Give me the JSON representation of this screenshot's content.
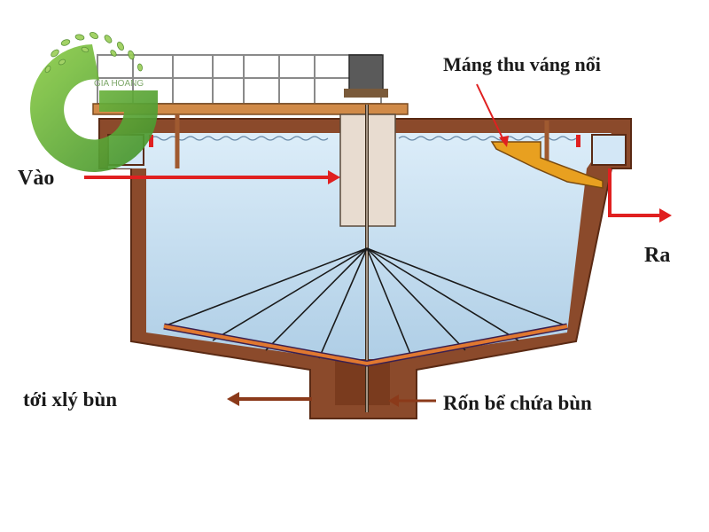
{
  "diagram": {
    "labels": {
      "inlet": "Vào",
      "outlet": "Ra",
      "scum_trough": "Máng thu váng nổi",
      "to_sludge_treatment": "tới xlý bùn",
      "sludge_hopper": "Rốn bể chứa bùn"
    }
  },
  "logo": {
    "text": "GIA HOANG",
    "icon": "g-letter-logo-with-leaves"
  },
  "colors": {
    "tank_wall": "#8b4a2b",
    "tank_outline": "#5a2a14",
    "water_top": "#d9ecf8",
    "water_bottom": "#aacbe4",
    "flow_arrow": "#e02020",
    "scum_trough": "#e8a020",
    "scraper_arm": "#e07830",
    "sludge_arrow": "#8b3a1a",
    "logo_green": "#5aa63a"
  }
}
